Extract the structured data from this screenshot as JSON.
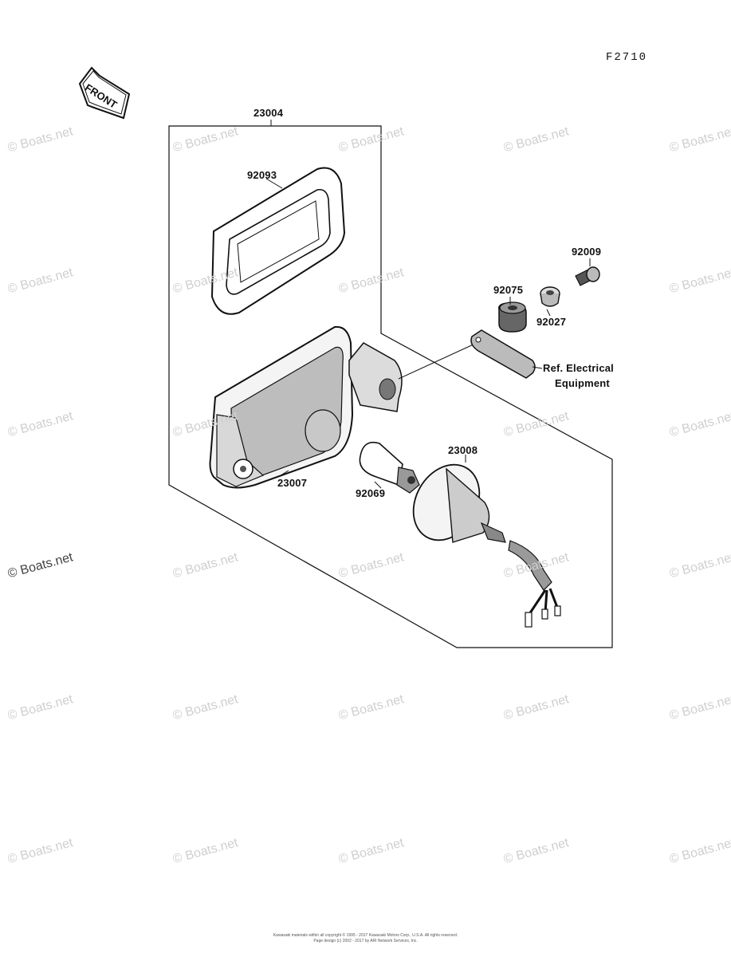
{
  "figure_code": "F2710",
  "front_label": "FRONT",
  "parts": {
    "assembly": "23004",
    "rim": "92093",
    "housing": "23007",
    "bulb": "92069",
    "unit": "23008",
    "grommet": "92075",
    "collar": "92027",
    "bolt": "92009"
  },
  "ref_line1": "Ref. Electrical",
  "ref_line2": "Equipment",
  "watermark": "© Boats.net",
  "footer_line1": "Kawasaki materials within all copyright © 1995 - 2017 Kawasaki Motors Corp., U.S.A.  All rights reserved.",
  "footer_line2": "Page design (c) 2002 - 2017 by ARI Network Services, Inc."
}
